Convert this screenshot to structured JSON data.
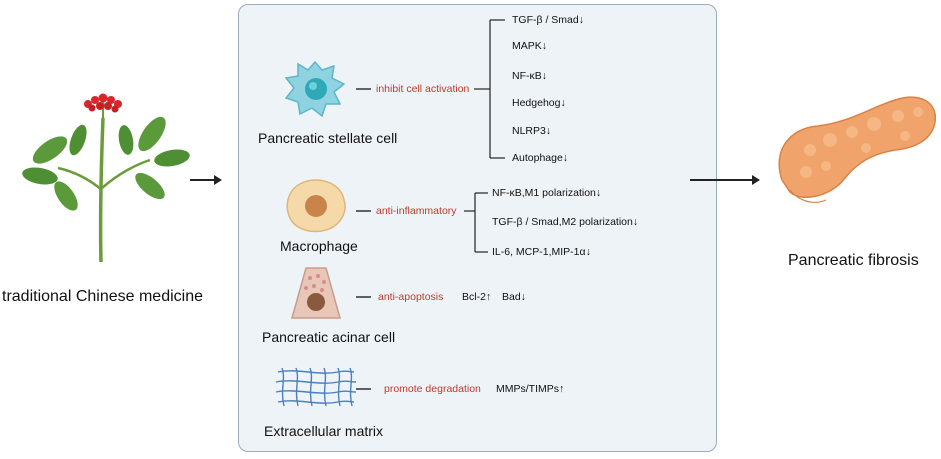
{
  "left": {
    "label": "traditional Chinese medicine"
  },
  "right": {
    "label": "Pancreatic fibrosis"
  },
  "groups": {
    "stellate": {
      "cell": "Pancreatic stellate cell",
      "effect": "inhibit cell activation",
      "items": [
        "TGF-β / Smad↓",
        "MAPK↓",
        "NF-κB↓",
        "Hedgehog↓",
        "NLRP3↓",
        "Autophage↓"
      ]
    },
    "macrophage": {
      "cell": "Macrophage",
      "effect": "anti-inflammatory",
      "items": [
        "NF-κB,M1 polarization↓",
        "TGF-β / Smad,M2 polarization↓",
        "IL-6, MCP-1,MIP-1α↓"
      ]
    },
    "acinar": {
      "cell": "Pancreatic acinar cell",
      "effect": "anti-apoptosis",
      "items": [
        "Bcl-2↑",
        "Bad↓"
      ]
    },
    "ecm": {
      "cell": "Extracellular matrix",
      "effect": "promote degradation",
      "items": [
        "MMPs/TIMPs↑"
      ]
    }
  },
  "colors": {
    "effect_text": "#c0392b",
    "panel_bg": "#eef3f8",
    "panel_border": "#9aabbd",
    "stellate_cell": "#8fd3e0",
    "macrophage_cell": "#f6d9a8",
    "acinar_cell": "#e9c7b8",
    "pancreas": "#f0a36a",
    "plant_leaf": "#5a9a3a",
    "berries": "#d8262b"
  }
}
